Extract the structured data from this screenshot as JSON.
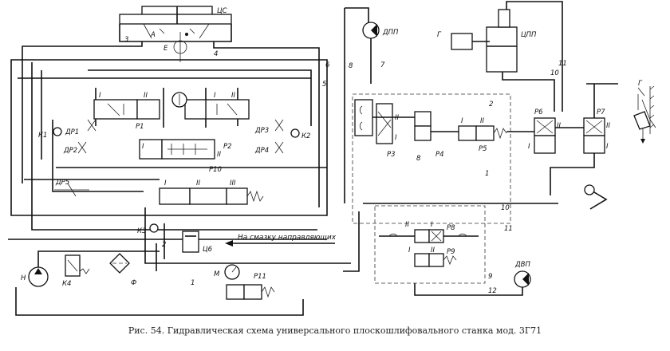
{
  "caption": "Рис. 54. Гидравлическая схема универсального плоскошлифовального станка мод. 3Г71",
  "annotation": "На смазку направляющих",
  "components": {
    "cs": "ЦС",
    "a": "А",
    "e": "Е",
    "dpp": "ДПП",
    "g1": "Г",
    "g2": "Г",
    "cpp": "ЦПП",
    "r1": "Р1",
    "r2": "Р2",
    "r3": "Р3",
    "r4": "Р4",
    "r5": "Р5",
    "r6": "Р6",
    "r7": "Р7",
    "r8": "Р8",
    "r9": "Р9",
    "r10": "Р10",
    "r11": "Р11",
    "dr1": "ДР1",
    "dr2": "ДР2",
    "dr3": "ДР3",
    "dr4": "ДР4",
    "dr5": "ДР5",
    "k1": "К1",
    "k2": "К2",
    "k3": "К3",
    "k4": "К4",
    "c6": "Ц6",
    "h": "Н",
    "f": "Ф",
    "m": "М",
    "dvp": "ДВП"
  },
  "line_numbers": [
    "1",
    "2",
    "3",
    "4",
    "5",
    "6",
    "7",
    "8",
    "9",
    "10",
    "11",
    "12"
  ],
  "roman": {
    "i": "I",
    "ii": "II",
    "iii": "III"
  }
}
